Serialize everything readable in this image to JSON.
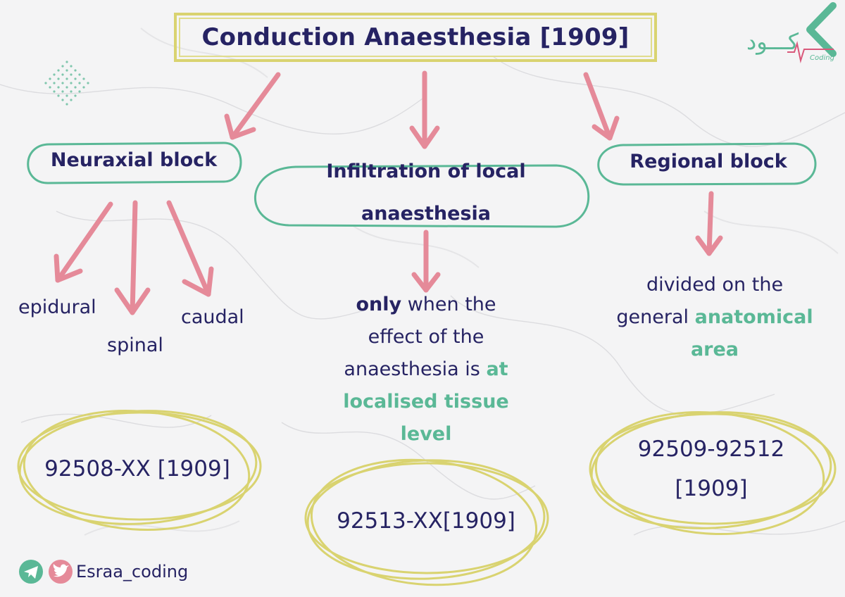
{
  "title": "Conduction Anaesthesia [1909]",
  "logo": {
    "arabic": "كـــود",
    "latin": "Coding",
    "accent": "#5ab896",
    "mark": "#d9587a"
  },
  "branches": {
    "neuraxial": {
      "label": "Neuraxial block",
      "children": [
        "epidural",
        "spinal",
        "caudal"
      ],
      "code": "92508-XX [1909]"
    },
    "infiltration": {
      "label_line1": "Infiltration of local",
      "label_line2": "anaesthesia",
      "desc": {
        "only": "only",
        "rest1": " when the",
        "line2": "effect of the",
        "line3a": "anaesthesia is ",
        "at": "at",
        "line4": "localised tissue",
        "line5": "level"
      },
      "code": "92513-XX[1909]"
    },
    "regional": {
      "label": "Regional block",
      "desc": {
        "line1": "divided on the",
        "line2a": "general ",
        "anatomical": "anatomical",
        "line3": "area"
      },
      "code_line1": "92509-92512",
      "code_line2": "[1909]"
    }
  },
  "social": {
    "handle": "Esraa_coding",
    "icons": [
      "telegram-icon",
      "twitter-icon"
    ]
  },
  "colors": {
    "navy": "#262363",
    "teal": "#5ab896",
    "arrow": "#e58a99",
    "yellow": "#d9d370",
    "bg": "#f4f4f5"
  }
}
